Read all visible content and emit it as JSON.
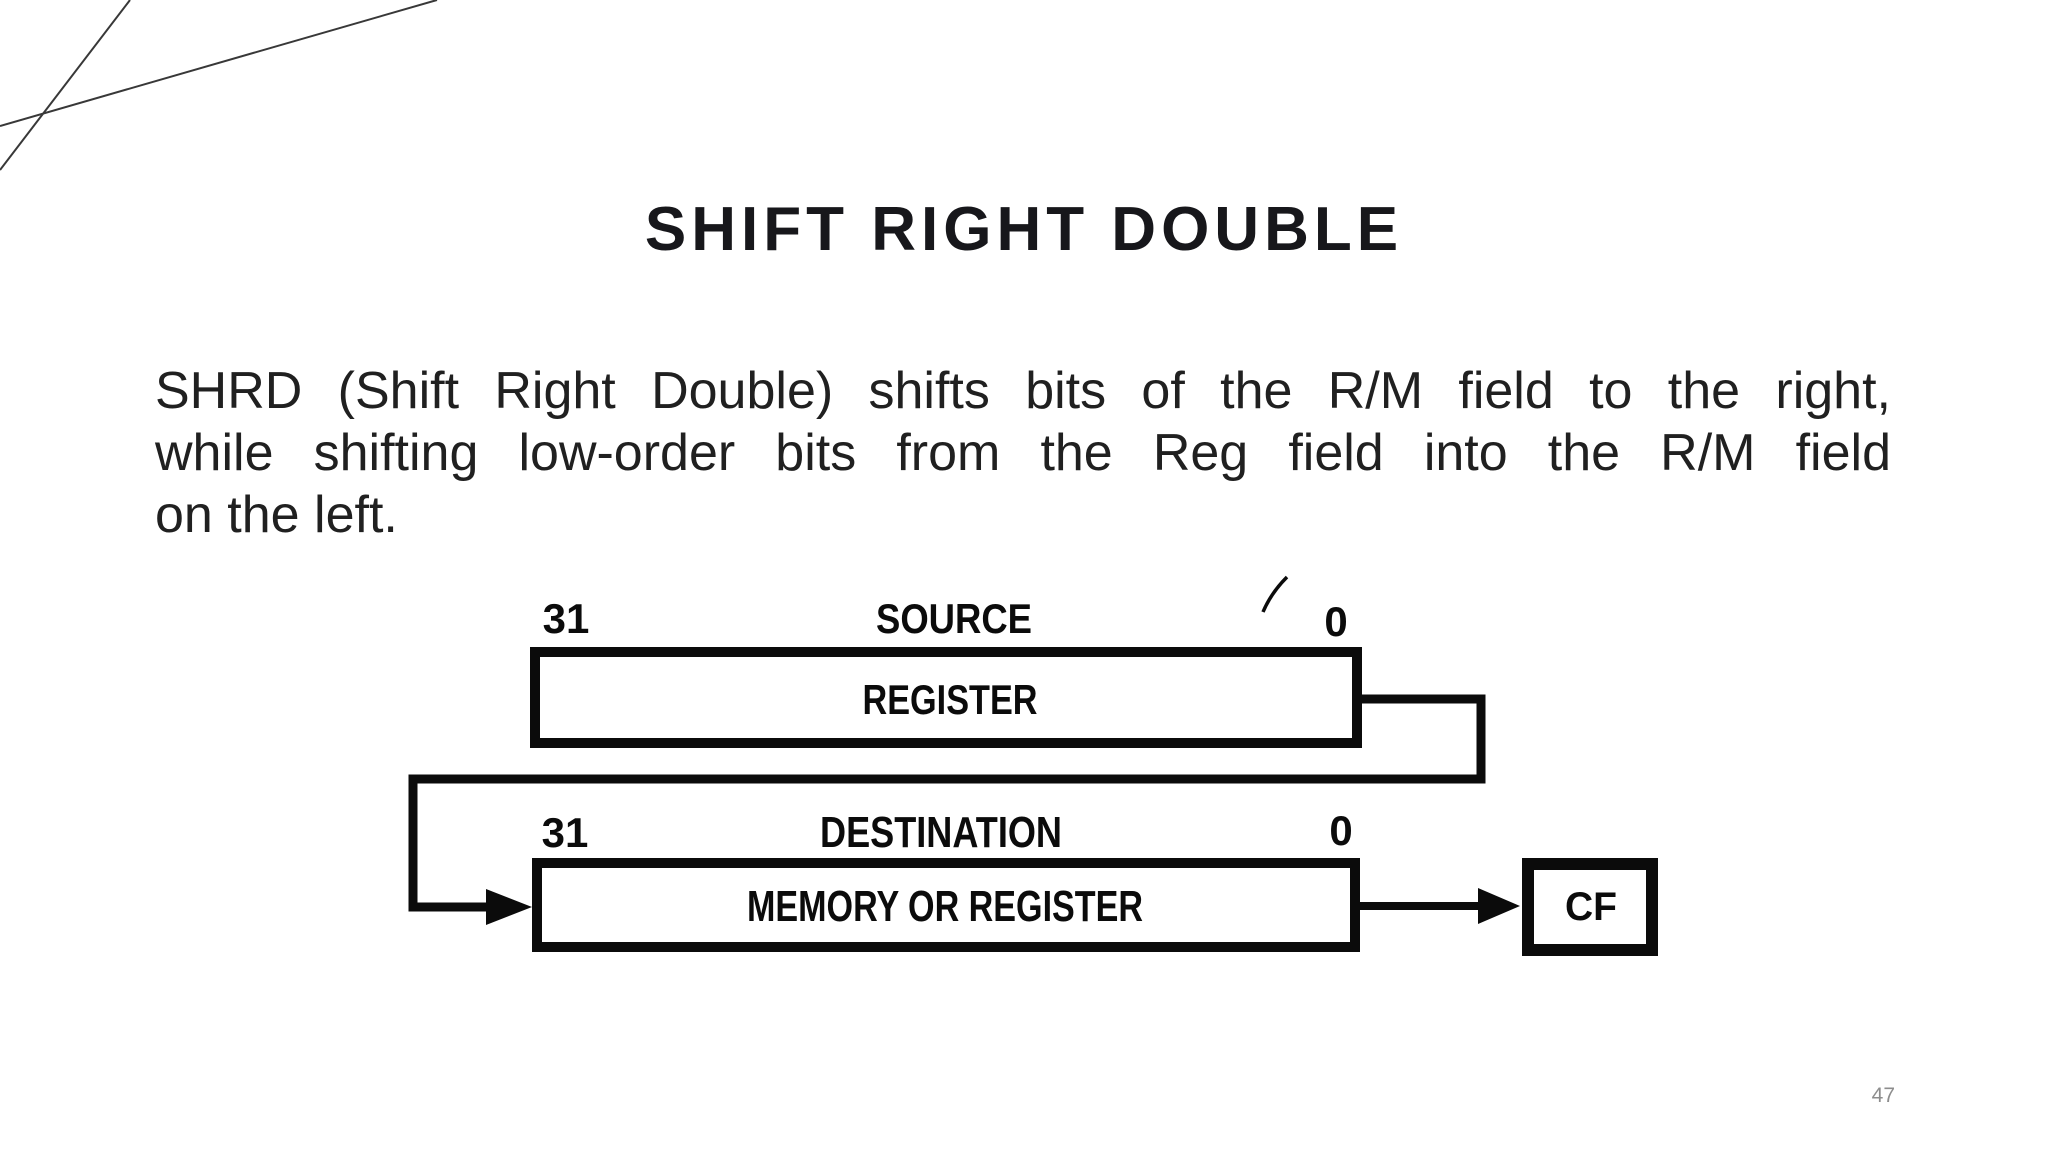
{
  "slide": {
    "title": "SHIFT RIGHT DOUBLE",
    "body_lines": {
      "line1": "SHRD (Shift Right Double) shifts bits of the R/M field to the right,",
      "line2": "while shifting low-order bits from the Reg field into the R/M field",
      "line3": "on the left."
    },
    "page_number": "47"
  },
  "diagram": {
    "source_row": {
      "high_bit": "31",
      "label": "SOURCE",
      "low_bit": "0",
      "box_label": "REGISTER"
    },
    "destination_row": {
      "high_bit": "31",
      "label": "DESTINATION",
      "low_bit": "0",
      "box_label": "MEMORY OR REGISTER"
    },
    "carry_flag": {
      "box_label": "CF"
    },
    "colors": {
      "ink": "#0b0b0b",
      "page_number_gray": "#8d8d8d",
      "decor_line": "#383838"
    }
  }
}
